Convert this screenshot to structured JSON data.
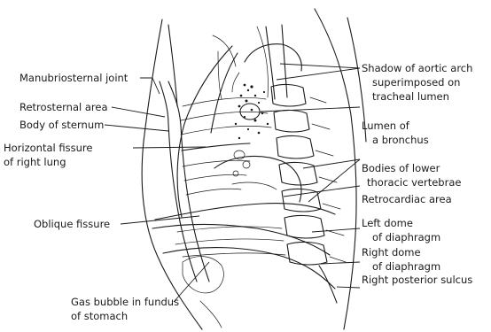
{
  "labels": {
    "manubriosternal_joint": "Manubriosternal joint",
    "retrosternal_area": "Retrosternal area",
    "body_of_sternum": "Body of sternum",
    "horizontal_fissure_l1": "Horizontal fissure",
    "horizontal_fissure_l2": "of right lung",
    "oblique_fissure": "Oblique fissure",
    "gas_bubble_l1": "Gas bubble in fundus",
    "gas_bubble_l2": "of stomach",
    "aortic_arch_l1": "Shadow of aortic arch",
    "aortic_arch_l2": "superimposed on",
    "aortic_arch_l3": "tracheal lumen",
    "lumen_bronchus_l1": "Lumen of",
    "lumen_bronchus_l2": "a bronchus",
    "lower_thoracic_vertebrae_l1": "Bodies of lower",
    "lower_thoracic_vertebrae_l2": "thoracic vertebrae",
    "retrocardiac_area": "Retrocardiac area",
    "left_dome_l1": "Left dome",
    "left_dome_l2": "of diaphragm",
    "right_dome_l1": "Right dome",
    "right_dome_l2": "of diaphragm",
    "right_posterior_sulcus": "Right posterior sulcus"
  }
}
